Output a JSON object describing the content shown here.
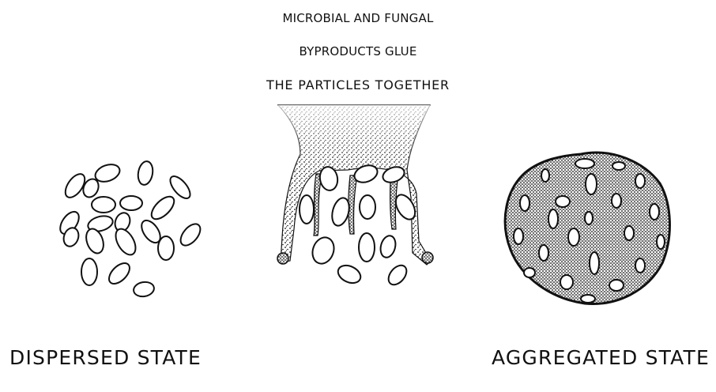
{
  "caption": {
    "lines": [
      "MICROBIAL AND FUNGAL",
      "BYPRODUCTS GLUE",
      "THE PARTICLES TOGETHER"
    ]
  },
  "labels": {
    "left": "DISPERSED STATE",
    "right": "AGGREGATED STATE"
  },
  "colors": {
    "ink": "#111111",
    "background": "#ffffff"
  }
}
